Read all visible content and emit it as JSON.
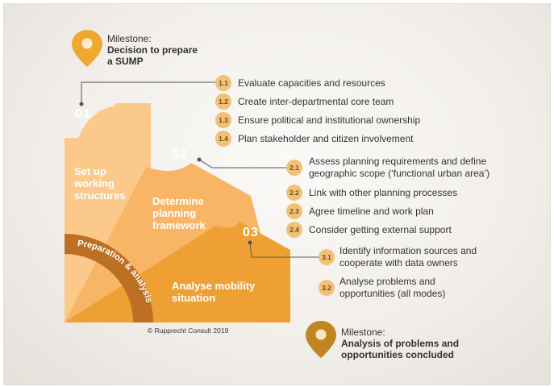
{
  "milestone_start": {
    "line1": "Milestone:",
    "line2": "Decision to prepare",
    "line3": "a SUMP"
  },
  "milestone_end": {
    "line1": "Milestone:",
    "line2": "Analysis of problems and",
    "line3": "opportunities concluded"
  },
  "phase_label": "Preparation & analysis",
  "steps": [
    {
      "number": "01",
      "label_lines": [
        "Set up",
        "working",
        "structures"
      ],
      "activities": [
        {
          "id": "1.1",
          "text": "Evaluate capacities and resources"
        },
        {
          "id": "1.2",
          "text": "Create inter-departmental core team"
        },
        {
          "id": "1.3",
          "text": "Ensure political and institutional ownership"
        },
        {
          "id": "1.4",
          "text": "Plan stakeholder and citizen involvement"
        }
      ]
    },
    {
      "number": "02",
      "label_lines": [
        "Determine",
        "planning",
        "framework"
      ],
      "activities": [
        {
          "id": "2.1",
          "lines": [
            "Assess planning requirements and define",
            "geographic scope (‘functional urban area’)"
          ]
        },
        {
          "id": "2.2",
          "text": "Link with other planning processes"
        },
        {
          "id": "2.3",
          "text": "Agree timeline and work plan"
        },
        {
          "id": "2.4",
          "text": "Consider getting external support"
        }
      ]
    },
    {
      "number": "03",
      "label_lines": [
        "Analyse mobility",
        "situation"
      ],
      "activities": [
        {
          "id": "3.1",
          "lines": [
            "Identify information sources and",
            "cooperate with data owners"
          ]
        },
        {
          "id": "3.2",
          "lines": [
            "Analyse problems and",
            "opportunities (all modes)"
          ]
        }
      ]
    }
  ],
  "copyright": "© Rupprecht Consult 2019",
  "colors": {
    "step1": "#fbc98a",
    "step2": "#f7b565",
    "step3": "#efa035",
    "phase_band": "#bd6f24",
    "badge": "#f2c178",
    "pin": "#f0a930",
    "pin_dark": "#c18623",
    "connector": "#555555"
  },
  "icons": {
    "milestone_pin": "map-pin-icon"
  }
}
